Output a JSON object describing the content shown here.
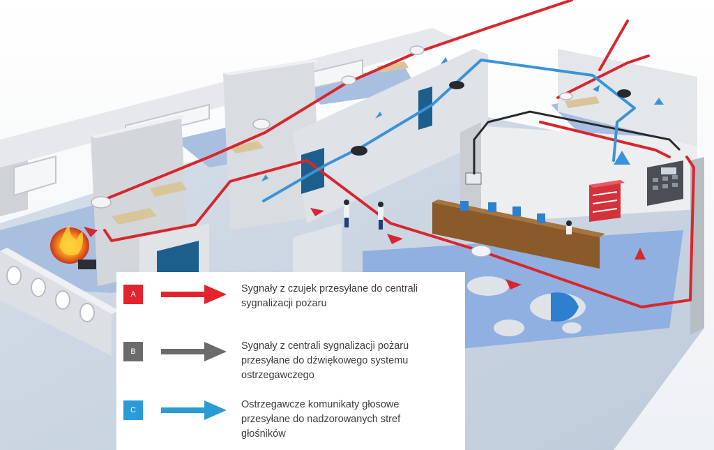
{
  "legend": {
    "items": [
      {
        "badge": "A",
        "color": "#e3232d",
        "text_line1": "Sygnały z czujek przesyłane do centrali",
        "text_line2": "sygnalizacji pożaru",
        "text_line3": ""
      },
      {
        "badge": "B",
        "color": "#6b6b6e",
        "text_line1": "Sygnały z centrali sygnalizacji pożaru",
        "text_line2": "przesyłane do dźwiękowego systemu",
        "text_line3": "ostrzegawczego"
      },
      {
        "badge": "C",
        "color": "#2b9bd8",
        "text_line1": "Ostrzegawcze komunikaty głosowe",
        "text_line2": "przesyłane do nadzorowanych stref",
        "text_line3": "głośników"
      }
    ]
  },
  "icons": {
    "smoke_detector": "smoke-detector-icon",
    "speaker": "ceiling-speaker-icon",
    "fire": "fire-icon",
    "control_panel": "fire-panel-icon",
    "voice_alarm_rack": "voice-alarm-rack-icon"
  }
}
